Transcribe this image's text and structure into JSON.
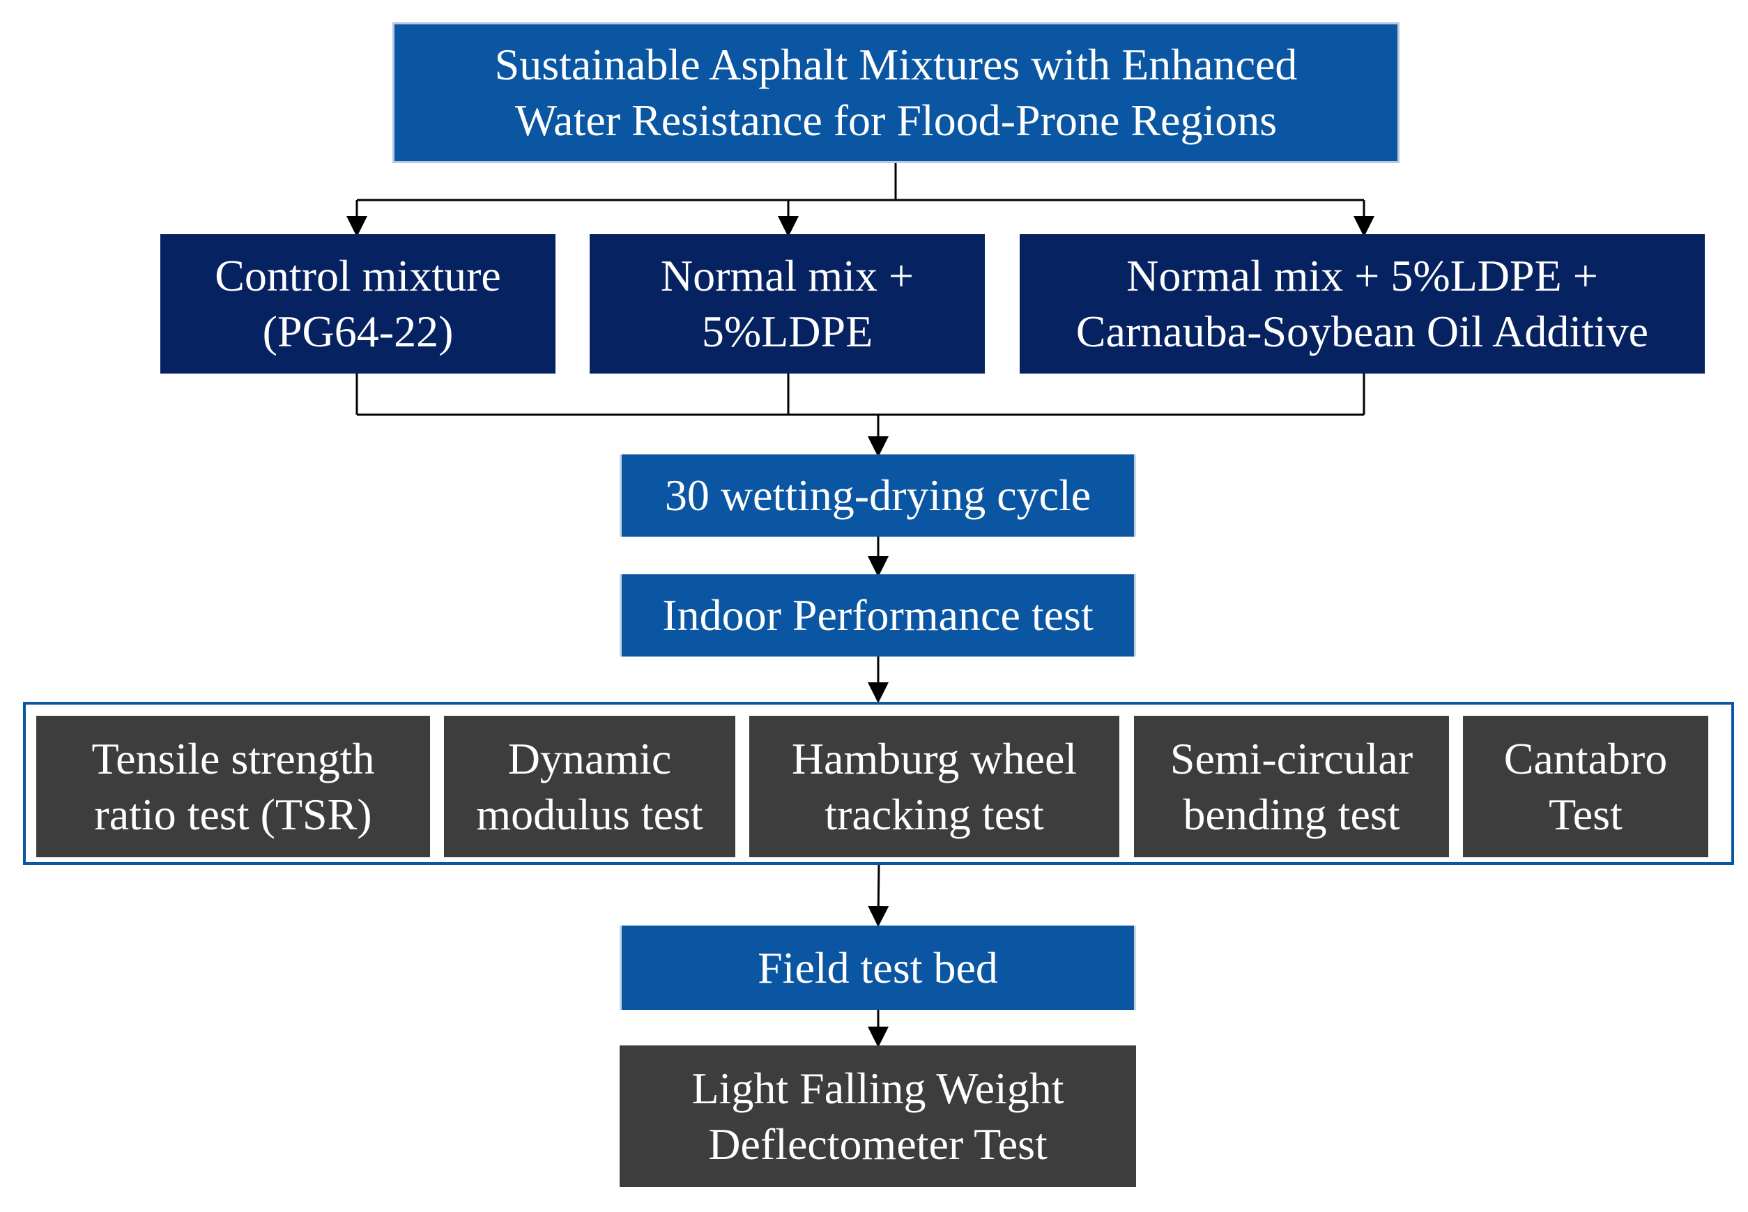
{
  "title": "Sustainable Asphalt Mixtures with Enhanced\nWater Resistance for Flood-Prone Regions",
  "mixtures": [
    "Control mixture\n(PG64-22)",
    "Normal mix +\n5%LDPE",
    "Normal mix + 5%LDPE +\nCarnauba-Soybean Oil Additive"
  ],
  "conditioning": "30 wetting-drying cycle",
  "indoor_test": "Indoor Performance test",
  "indoor_tests": [
    "Tensile strength\nratio test (TSR)",
    "Dynamic\nmodulus test",
    "Hamburg wheel\ntracking test",
    "Semi-circular\nbending test",
    "Cantabro\nTest"
  ],
  "field_test": "Field test bed",
  "field_method": "Light Falling Weight\nDeflectometer Test",
  "colors": {
    "primary_blue": "#0a56a2",
    "navy": "#062261",
    "dark_gray": "#3d3d3d",
    "connector": "#000000"
  }
}
